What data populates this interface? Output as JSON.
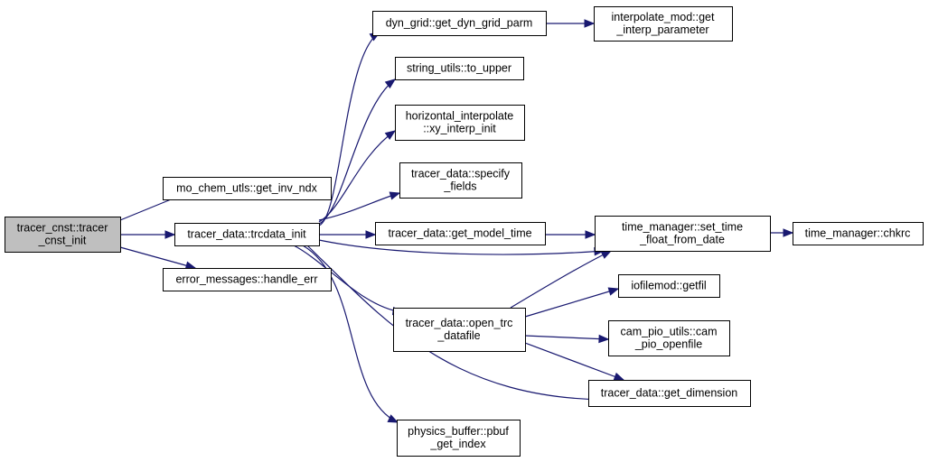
{
  "nodes": [
    {
      "id": "root",
      "lines": [
        "tracer_cnst::tracer",
        "_cnst_init"
      ],
      "root": true
    },
    {
      "id": "inv",
      "lines": [
        "mo_chem_utls::get_inv_ndx"
      ]
    },
    {
      "id": "trc",
      "lines": [
        "tracer_data::trcdata_init"
      ]
    },
    {
      "id": "err",
      "lines": [
        "error_messages::handle_err"
      ]
    },
    {
      "id": "dyn",
      "lines": [
        "dyn_grid::get_dyn_grid_parm"
      ]
    },
    {
      "id": "upper",
      "lines": [
        "string_utils::to_upper"
      ]
    },
    {
      "id": "hint",
      "lines": [
        "horizontal_interpolate",
        "::xy_interp_init"
      ]
    },
    {
      "id": "spec",
      "lines": [
        "tracer_data::specify",
        "_fields"
      ]
    },
    {
      "id": "gmt",
      "lines": [
        "tracer_data::get_model_time"
      ]
    },
    {
      "id": "open",
      "lines": [
        "tracer_data::open_trc",
        "_datafile"
      ]
    },
    {
      "id": "pbuf",
      "lines": [
        "physics_buffer::pbuf",
        "_get_index"
      ]
    },
    {
      "id": "interp",
      "lines": [
        "interpolate_mod::get",
        "_interp_parameter"
      ]
    },
    {
      "id": "settime",
      "lines": [
        "time_manager::set_time",
        "_float_from_date"
      ]
    },
    {
      "id": "getfil",
      "lines": [
        "iofilemod::getfil"
      ]
    },
    {
      "id": "campio",
      "lines": [
        "cam_pio_utils::cam",
        "_pio_openfile"
      ]
    },
    {
      "id": "getdim",
      "lines": [
        "tracer_data::get_dimension"
      ]
    },
    {
      "id": "chkrc",
      "lines": [
        "time_manager::chkrc"
      ]
    }
  ],
  "edges": [
    {
      "from": "root",
      "to": "inv"
    },
    {
      "from": "root",
      "to": "trc"
    },
    {
      "from": "root",
      "to": "err"
    },
    {
      "from": "trc",
      "to": "dyn"
    },
    {
      "from": "trc",
      "to": "upper"
    },
    {
      "from": "trc",
      "to": "hint"
    },
    {
      "from": "trc",
      "to": "spec"
    },
    {
      "from": "trc",
      "to": "gmt"
    },
    {
      "from": "trc",
      "to": "settime"
    },
    {
      "from": "trc",
      "to": "open"
    },
    {
      "from": "trc",
      "to": "getdim"
    },
    {
      "from": "trc",
      "to": "pbuf"
    },
    {
      "from": "dyn",
      "to": "interp"
    },
    {
      "from": "gmt",
      "to": "settime"
    },
    {
      "from": "settime",
      "to": "chkrc"
    },
    {
      "from": "open",
      "to": "settime"
    },
    {
      "from": "open",
      "to": "getfil"
    },
    {
      "from": "open",
      "to": "campio"
    },
    {
      "from": "open",
      "to": "getdim"
    }
  ],
  "colors": {
    "edge": "#191970",
    "root_fill": "#bfbfbf",
    "node_fill": "#ffffff",
    "border": "#000000"
  }
}
